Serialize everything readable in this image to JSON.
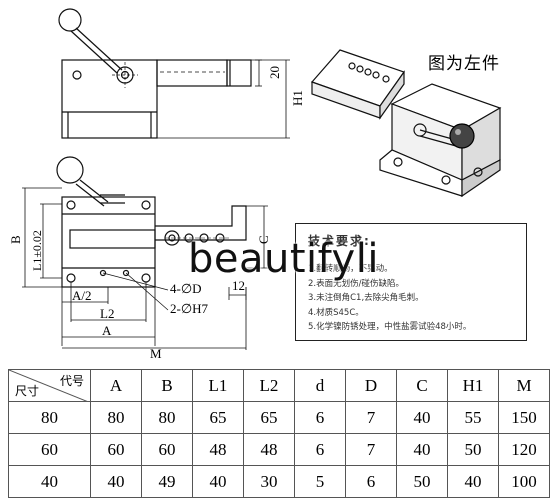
{
  "caption": "图为左件",
  "dims": {
    "h20": "20",
    "h1": "H1",
    "b": "B",
    "l1": "L1±0.02",
    "c": "C",
    "d": "4-∅D",
    "h7": "2-∅H7",
    "t12": "12",
    "a2": "A/2",
    "l2": "L2",
    "a": "A",
    "m": "M"
  },
  "requirements": {
    "title": "技术要求:",
    "items": [
      "1.翻转顺畅，不晃动。",
      "2.表面无划伤/碰伤缺陷。",
      "3.未注倒角C1,去除尖角毛刺。",
      "4.材质S45C。",
      "5.化学镍防锈处理，中性盐雾试验48小时。"
    ]
  },
  "watermark": "beautifyli",
  "table": {
    "corner_top": "代号",
    "corner_bottom": "尺寸",
    "headers": [
      "A",
      "B",
      "L1",
      "L2",
      "d",
      "D",
      "C",
      "H1",
      "M"
    ],
    "rows": [
      [
        "80",
        "80",
        "80",
        "65",
        "65",
        "6",
        "7",
        "40",
        "55",
        "150"
      ],
      [
        "60",
        "60",
        "60",
        "48",
        "48",
        "6",
        "7",
        "40",
        "50",
        "120"
      ],
      [
        "40",
        "40",
        "49",
        "40",
        "30",
        "5",
        "6",
        "50",
        "40",
        "100"
      ]
    ]
  }
}
